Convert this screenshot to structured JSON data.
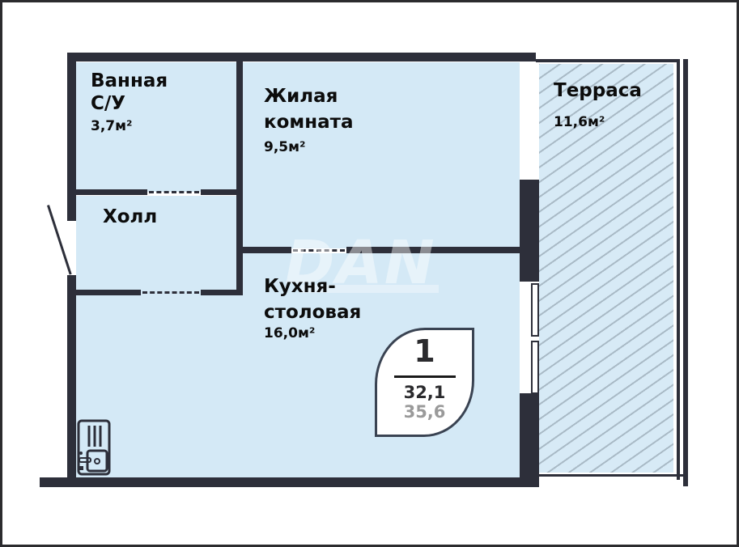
{
  "plan": {
    "rooms": [
      {
        "id": "bathroom",
        "name_line1": "Ванная",
        "name_line2": "С/У",
        "area": "3,7м²"
      },
      {
        "id": "living-room",
        "name_line1": "Жилая",
        "name_line2": "комната",
        "area": "9,5м²"
      },
      {
        "id": "terrace",
        "name_line1": "Терраса",
        "area": "11,6м²"
      },
      {
        "id": "hall",
        "name_line1": "Холл"
      },
      {
        "id": "kitchen",
        "name_line1": "Кухня-",
        "name_line2": "столовая",
        "area": "16,0м²"
      }
    ],
    "badge": {
      "rooms_count": "1",
      "living_area": "32,1",
      "total_area": "35,6"
    },
    "watermark": "DAN",
    "colors": {
      "room_fill": "#d4e9f6",
      "wall": "#2d2f3a",
      "terrace_hatch": "#a9bac6",
      "total_area_text": "#9a9a9a"
    }
  }
}
